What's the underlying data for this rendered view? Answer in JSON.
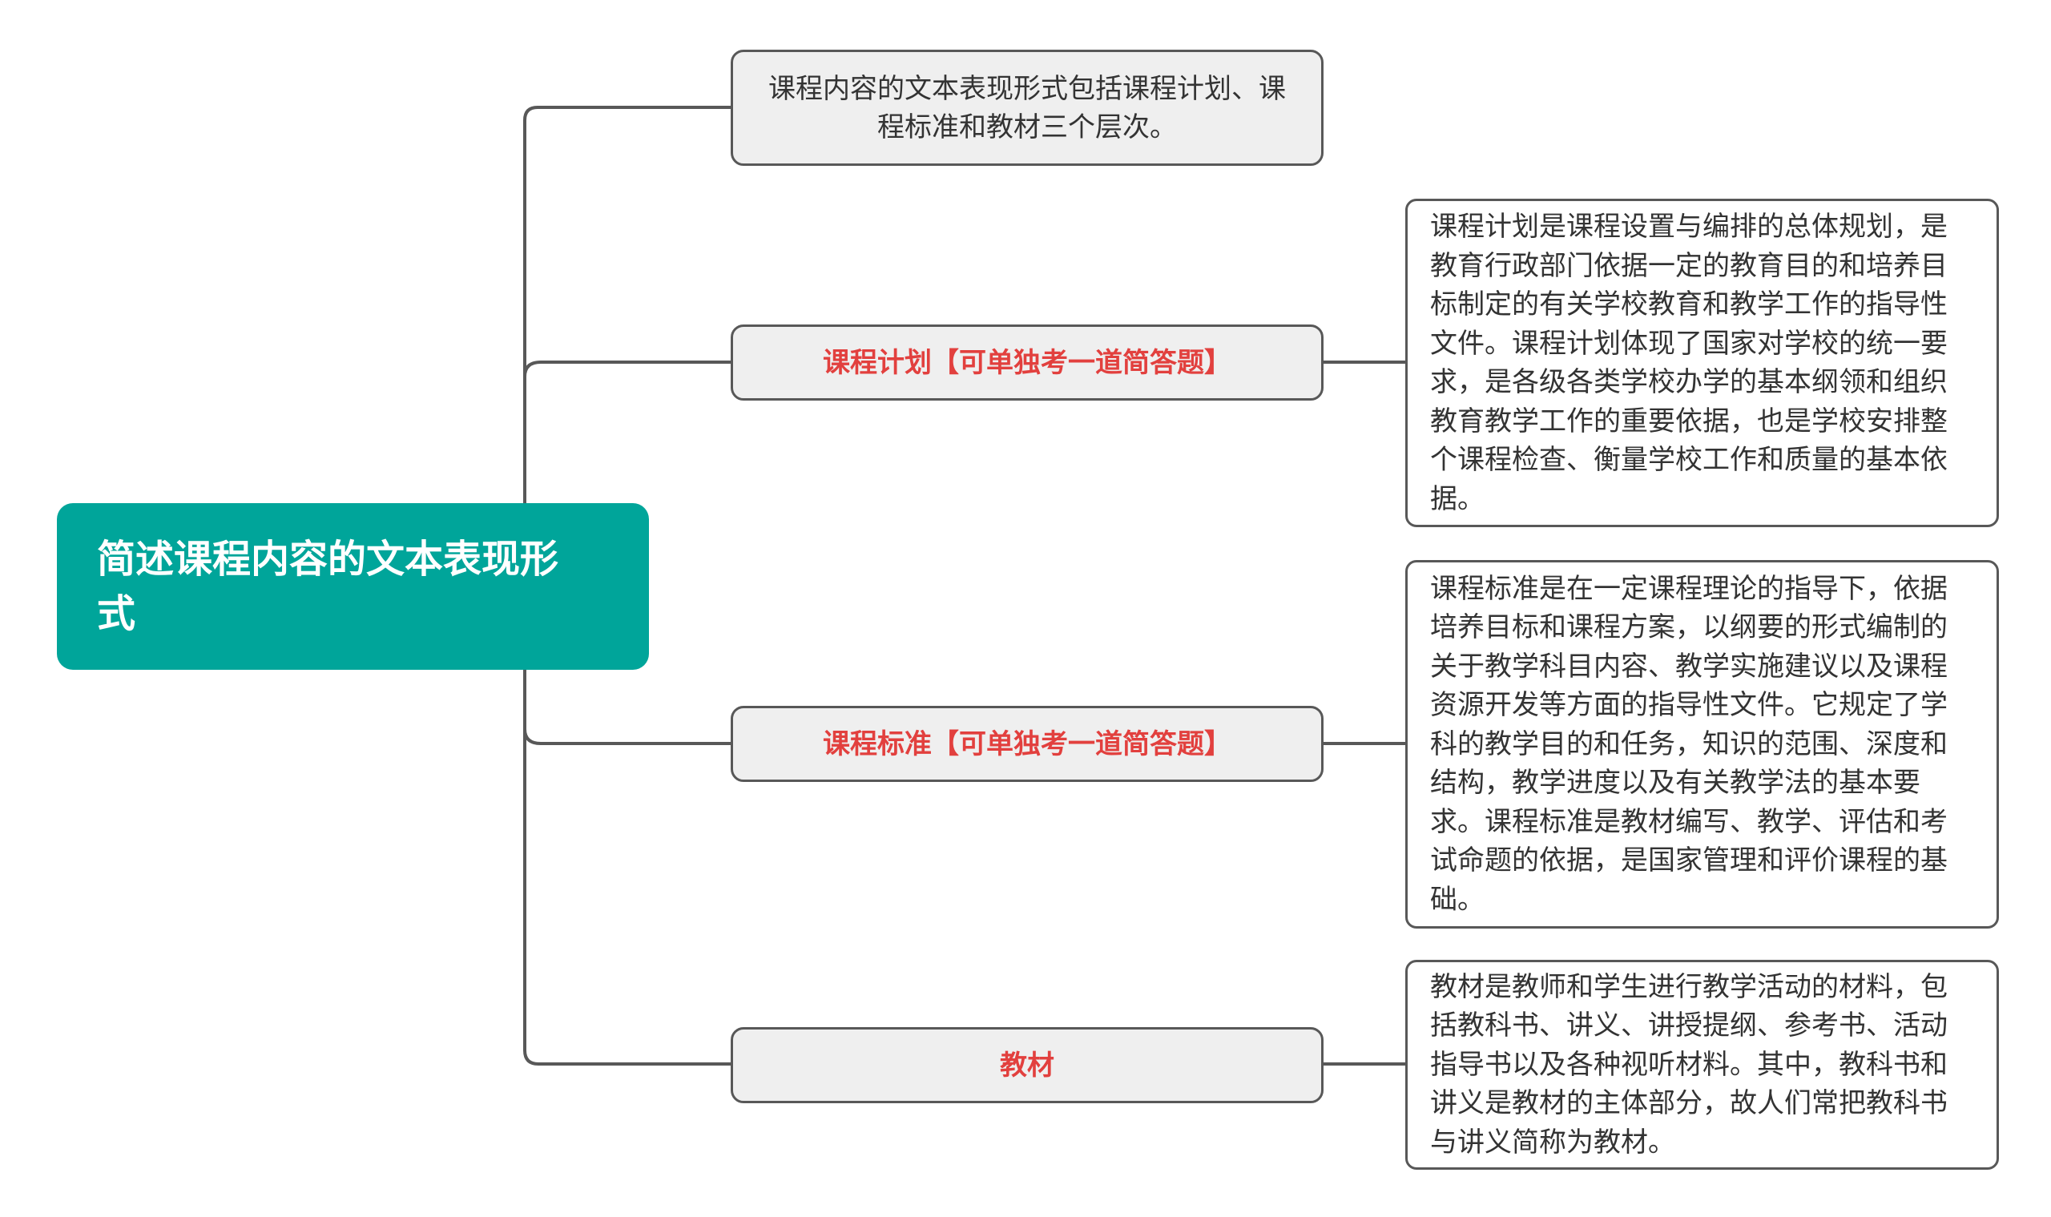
{
  "root": {
    "title": "简述课程内容的文本表现形式"
  },
  "branches": {
    "intro": {
      "text": "课程内容的文本表现形式包括课程计划、课程标准和教材三个层次。"
    },
    "plan": {
      "label": "课程计划【可单独考一道简答题】",
      "detail": "课程计划是课程设置与编排的总体规划，是教育行政部门依据一定的教育目的和培养目标制定的有关学校教育和教学工作的指导性文件。课程计划体现了国家对学校的统一要求，是各级各类学校办学的基本纲领和组织教育教学工作的重要依据，也是学校安排整个课程检查、衡量学校工作和质量的基本依据。"
    },
    "standard": {
      "label": "课程标准【可单独考一道简答题】",
      "detail": "课程标准是在一定课程理论的指导下，依据培养目标和课程方案，以纲要的形式编制的关于教学科目内容、教学实施建议以及课程资源开发等方面的指导性文件。它规定了学科的教学目的和任务，知识的范围、深度和结构，教学进度以及有关教学法的基本要求。课程标准是教材编写、教学、评估和考试命题的依据，是国家管理和评价课程的基础。"
    },
    "material": {
      "label": "教材",
      "detail": "教材是教师和学生进行教学活动的材料，包括教科书、讲义、讲授提纲、参考书、活动指导书以及各种视听材料。其中，教科书和讲义是教材的主体部分，故人们常把教科书与讲义简称为教材。"
    }
  },
  "colors": {
    "root_fill": "#00a59a",
    "root_text": "#ffffff",
    "branch_fill": "#efefef",
    "highlight_text": "#e2403e",
    "body_text": "#333333",
    "line": "#585858"
  }
}
